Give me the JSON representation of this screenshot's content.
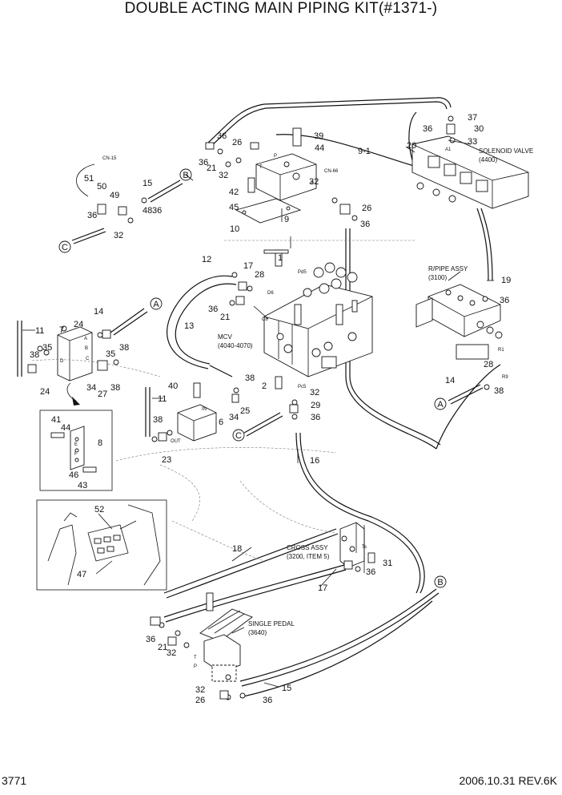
{
  "title": "DOUBLE ACTING MAIN PIPING KIT(#1371-)",
  "page_number": "3771",
  "revision": "2006.10.31  REV.6K",
  "callouts": [
    "1",
    "2",
    "6",
    "7",
    "8",
    "9",
    "9-1",
    "10",
    "11",
    "11",
    "12",
    "13",
    "14",
    "14",
    "15",
    "15",
    "16",
    "17",
    "17",
    "18",
    "19",
    "20",
    "21",
    "21",
    "21",
    "23",
    "24",
    "24",
    "25",
    "26",
    "26",
    "26",
    "27",
    "28",
    "28",
    "29",
    "30",
    "31",
    "32",
    "32",
    "32",
    "32",
    "32",
    "32",
    "33",
    "34",
    "34",
    "35",
    "35",
    "36",
    "36",
    "36",
    "36",
    "36",
    "36",
    "36",
    "36",
    "36",
    "36",
    "36",
    "36",
    "37",
    "38",
    "38",
    "38",
    "38",
    "38",
    "38",
    "39",
    "40",
    "41",
    "42",
    "43",
    "44",
    "44",
    "45",
    "46",
    "47",
    "48",
    "49",
    "50",
    "51",
    "52"
  ],
  "letter_markers": [
    "A",
    "A",
    "B",
    "B",
    "C",
    "C"
  ],
  "port_labels": [
    "P",
    "T",
    "A",
    "B",
    "C",
    "D",
    "E",
    "F",
    "B",
    "T",
    "P",
    "A1",
    "R1",
    "R9",
    "Pd5",
    "Pc5",
    "D6",
    "C6",
    "IN",
    "OUT",
    "CN-15",
    "CN-66",
    "Ts"
  ],
  "assembly_labels": {
    "solenoid_valve": "SOLENOID VALVE",
    "solenoid_valve_code": "(4400)",
    "r_pipe_assy": "R/PIPE ASSY",
    "r_pipe_assy_code": "(3100)",
    "mcv": "MCV",
    "mcv_code": "(4040-4070)",
    "cross_assy": "CROSS ASSY",
    "cross_assy_code": "(3200, ITEM 5)",
    "single_pedal": "SINGLE PEDAL",
    "single_pedal_code": "(3640)"
  }
}
